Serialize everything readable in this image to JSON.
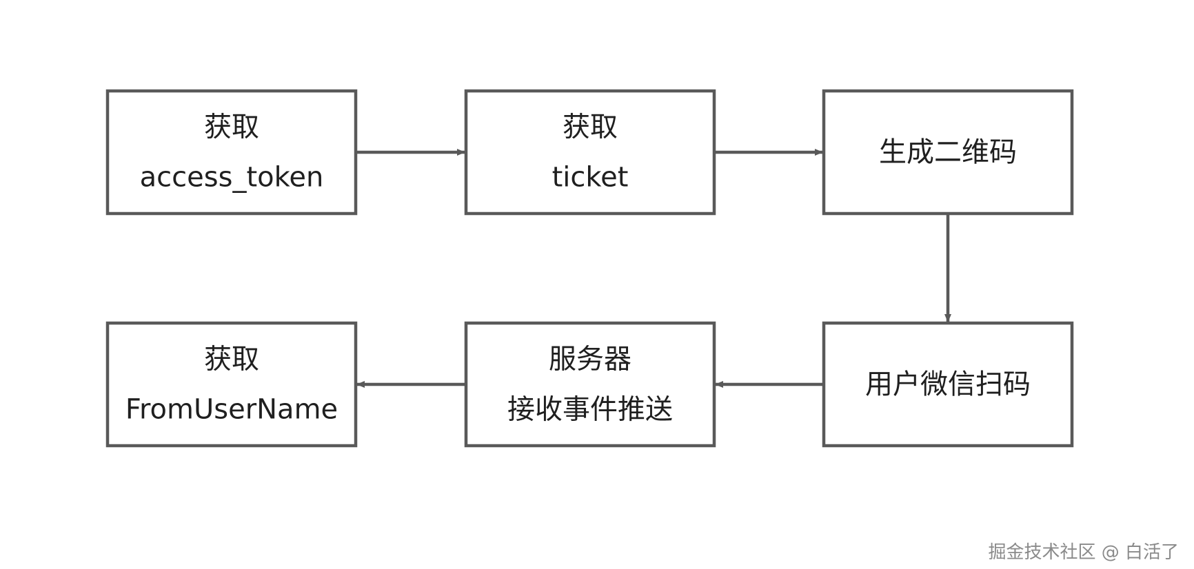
{
  "colors": {
    "box_stroke": "#595959",
    "arrow": "#595959",
    "text": "#1f1f1f",
    "watermark": "#8a8a8a"
  },
  "nodes": [
    {
      "id": "get-access-token",
      "lines": [
        "获取",
        "access_token"
      ]
    },
    {
      "id": "get-ticket",
      "lines": [
        "获取",
        "ticket"
      ]
    },
    {
      "id": "generate-qrcode",
      "lines": [
        "生成二维码"
      ]
    },
    {
      "id": "user-scan",
      "lines": [
        "用户微信扫码"
      ]
    },
    {
      "id": "server-receive",
      "lines": [
        "服务器",
        "接收事件推送"
      ]
    },
    {
      "id": "get-fromusername",
      "lines": [
        "获取",
        "FromUserName"
      ]
    }
  ],
  "edges": [
    {
      "from": "get-access-token",
      "to": "get-ticket"
    },
    {
      "from": "get-ticket",
      "to": "generate-qrcode"
    },
    {
      "from": "generate-qrcode",
      "to": "user-scan"
    },
    {
      "from": "user-scan",
      "to": "server-receive"
    },
    {
      "from": "server-receive",
      "to": "get-fromusername"
    }
  ],
  "watermark": "掘金技术社区 @ 白活了"
}
